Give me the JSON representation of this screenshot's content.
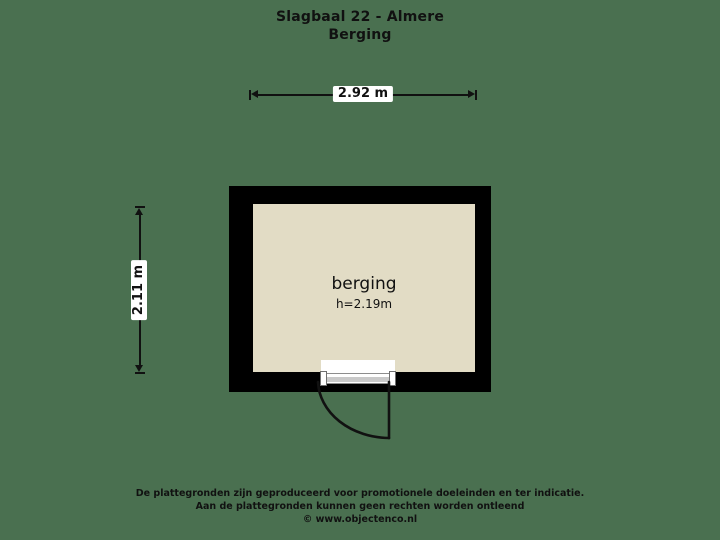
{
  "colors": {
    "background": "#4a7050",
    "wall": "#000000",
    "floor": "#e2dcc5",
    "text": "#111111",
    "label_bg": "#ffffff",
    "door": "#ffffff",
    "door_frame": "#8d8d8d"
  },
  "title": {
    "line1": "Slagbaal 22 - Almere",
    "line2": "Berging"
  },
  "dimensions": {
    "horizontal": {
      "label": "2.92 m",
      "value": 2.92,
      "unit": "m",
      "orientation": "horizontal"
    },
    "vertical": {
      "label": "2.11 m",
      "value": 2.11,
      "unit": "m",
      "orientation": "vertical"
    }
  },
  "plan": {
    "rooms": [
      {
        "name": "berging",
        "height_label": "h=2.19m",
        "height_value": 2.19
      }
    ],
    "door": {
      "type": "single-swing-door",
      "swing": "outward-left"
    }
  },
  "footer": {
    "line1": "De plattegronden zijn geproduceerd voor promotionele doeleinden en ter indicatie.",
    "line2": "Aan de plattegronden kunnen geen rechten worden ontleend",
    "line3": "© www.objectenco.nl"
  }
}
